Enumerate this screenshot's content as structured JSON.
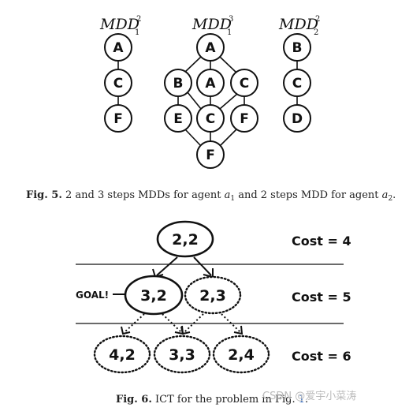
{
  "figure5": {
    "mdds": [
      {
        "title": "MDD",
        "sup": "2",
        "sub": "1",
        "levels": [
          [
            "A"
          ],
          [
            "C"
          ],
          [
            "F"
          ]
        ]
      },
      {
        "title": "MDD",
        "sup": "3",
        "sub": "1",
        "levels": [
          [
            "A"
          ],
          [
            "B",
            "A",
            "C"
          ],
          [
            "E",
            "C",
            "F"
          ],
          [
            "F"
          ]
        ]
      },
      {
        "title": "MDD",
        "sup": "2",
        "sub": "2",
        "levels": [
          [
            "B"
          ],
          [
            "C"
          ],
          [
            "D"
          ]
        ]
      }
    ],
    "caption": {
      "label": "Fig. 5.",
      "text_1": " 2 and 3 steps MDDs for agent ",
      "agent_a": "a",
      "agent_a_sub": "1",
      "text_2": " and 2 steps MDD for agent ",
      "agent_b": "a",
      "agent_b_sub": "2",
      "end": "."
    }
  },
  "figure6": {
    "root": "2,2",
    "level1": [
      "3,2",
      "2,3"
    ],
    "level2": [
      "4,2",
      "3,3",
      "2,4"
    ],
    "goal_label": "GOAL!",
    "costs": [
      "Cost = 4",
      "Cost = 5",
      "Cost = 6"
    ],
    "caption": {
      "label": "Fig. 6.",
      "text": " ICT for the problem in Fig. ",
      "ref": "1",
      "end": "."
    }
  },
  "watermark": "CSDN @爱宇小菜涛"
}
